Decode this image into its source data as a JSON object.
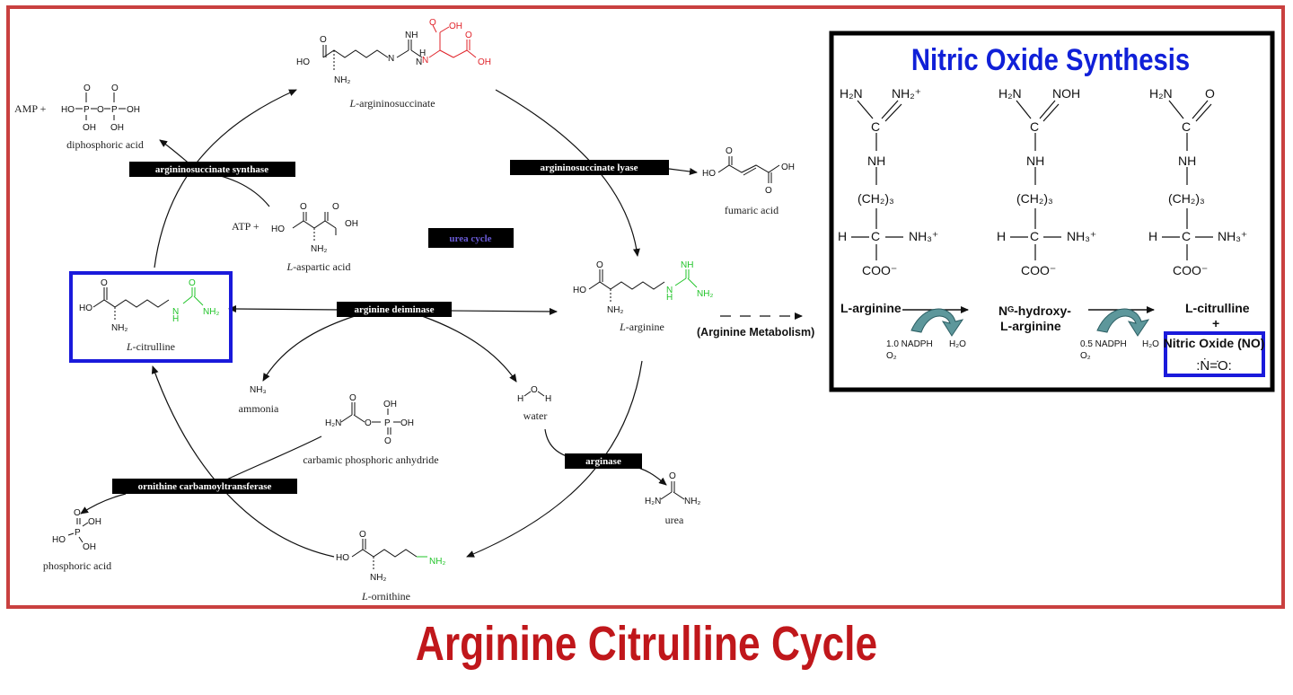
{
  "title": "Arginine Citrulline Cycle",
  "cycle_label": "urea cycle",
  "enzymes": {
    "argininosuccinate_synthase": "argininosuccinate synthase",
    "argininosuccinate_lyase": "argininosuccinate lyase",
    "arginine_deiminase": "arginine deiminase",
    "arginase": "arginase",
    "ornithine_carbamoyltransferase": "ornithine carbamoyltransferase"
  },
  "metabolites": {
    "argininosuccinate": {
      "prefix": "L",
      "name": "-argininosuccinate"
    },
    "arginine": {
      "prefix": "L",
      "name": "-arginine"
    },
    "citrulline": {
      "prefix": "L",
      "name": "-citrulline"
    },
    "ornithine": {
      "prefix": "L",
      "name": "-ornithine"
    },
    "aspartic_acid": {
      "prefix": "L",
      "name": "-aspartic acid"
    },
    "diphosphoric_acid": "diphosphoric acid",
    "fumaric_acid": "fumaric acid",
    "ammonia": "ammonia",
    "water": "water",
    "carbamic_phosphoric_anhydride": "carbamic phosphoric anhydride",
    "urea": "urea",
    "phosphoric_acid": "phosphoric acid"
  },
  "cofactors": {
    "amp": "AMP +",
    "atp": "ATP +"
  },
  "arginine_metabolism": "(Arginine Metabolism)",
  "nos_panel": {
    "title": "Nitric Oxide Synthesis",
    "compounds": [
      "L-arginine",
      "Nᴳ-hydroxy-",
      "L-arginine",
      "L-citrulline",
      "+",
      "Nitric Oxide (NO)"
    ],
    "step1_cofactors": [
      "1.0 NADPH",
      "O₂",
      "H₂O"
    ],
    "step2_cofactors": [
      "0.5 NADPH",
      "O₂",
      "H₂O"
    ],
    "no_structure": ":Ṅ=̇O:"
  },
  "colors": {
    "frame": "#c9403f",
    "title": "#c0171b",
    "highlight_box": "#1a1adb",
    "nos_title": "#1020d8",
    "green_group": "#22c42a",
    "red_group": "#e0232a",
    "arrow_teal": "#5d979b",
    "urea_cycle_label": "#6a5bd6"
  }
}
